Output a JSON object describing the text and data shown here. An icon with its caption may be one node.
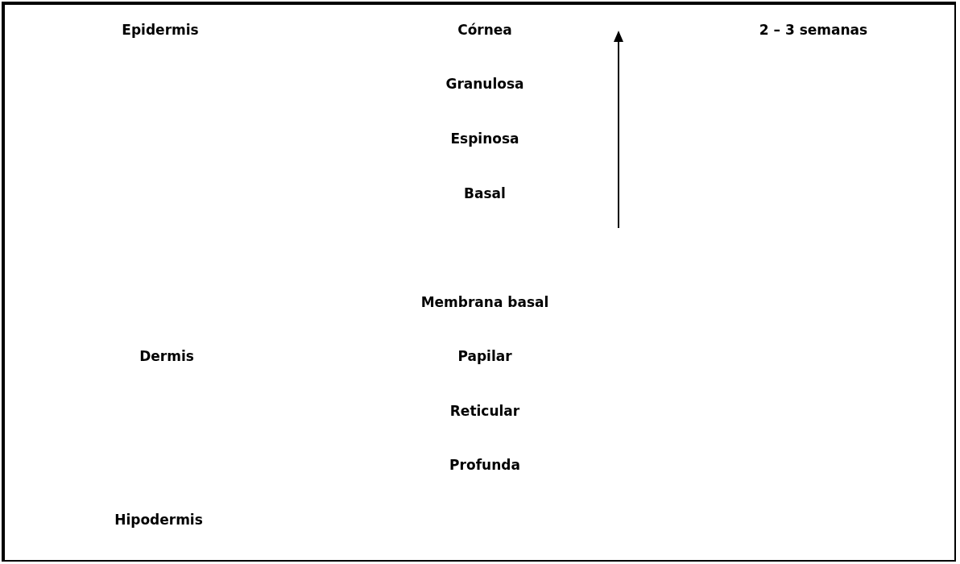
{
  "diagram": {
    "labels": [
      "Epidermis",
      "Córnea",
      "2 – 3 semanas",
      "Granulosa",
      "Espinosa",
      "Basal",
      "Membrana basal",
      "Dermis",
      "Papilar",
      "Reticular",
      "Profunda",
      "Hipodermis"
    ]
  }
}
